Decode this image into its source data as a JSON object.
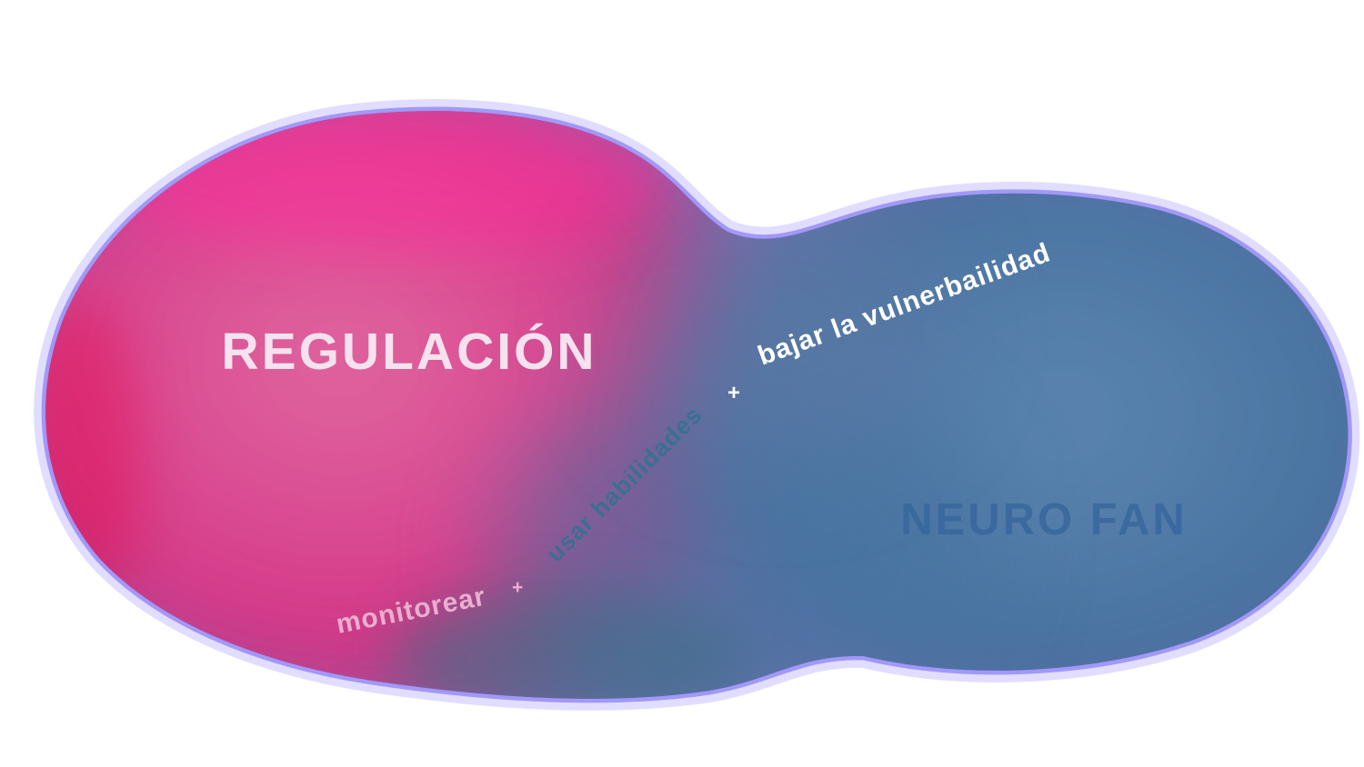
{
  "title": "Regulación / Neuro Fan concept blobs",
  "background_color": "#ffffff",
  "outline": {
    "color": "#9a90f6",
    "glow_color": "#bcb4ff"
  },
  "regions": {
    "left_blob": {
      "label": "REGULACIÓN",
      "label_color": "#f6e2ee",
      "color_center": "#e0699f",
      "color_mid": "#d84390",
      "color_edge": "#cb1a6d",
      "rim_color": "#ff2e9a",
      "edge_accent": "#e8003c"
    },
    "right_blob": {
      "label": "NEURO FAN",
      "label_color": "#38679e",
      "color_center": "#5d86b1",
      "color_mid": "#4a74a2",
      "color_edge": "#3c6392",
      "lower_accent": "#3d7086"
    }
  },
  "annotations": [
    {
      "text": "bajar la vulnerbailidad",
      "plus": "+",
      "color": "#ffffff"
    },
    {
      "text": "usar habilidades",
      "plus": "",
      "color": "#2f7391"
    },
    {
      "text": "monitorear",
      "plus": "+",
      "color": "#e9aed0"
    }
  ]
}
